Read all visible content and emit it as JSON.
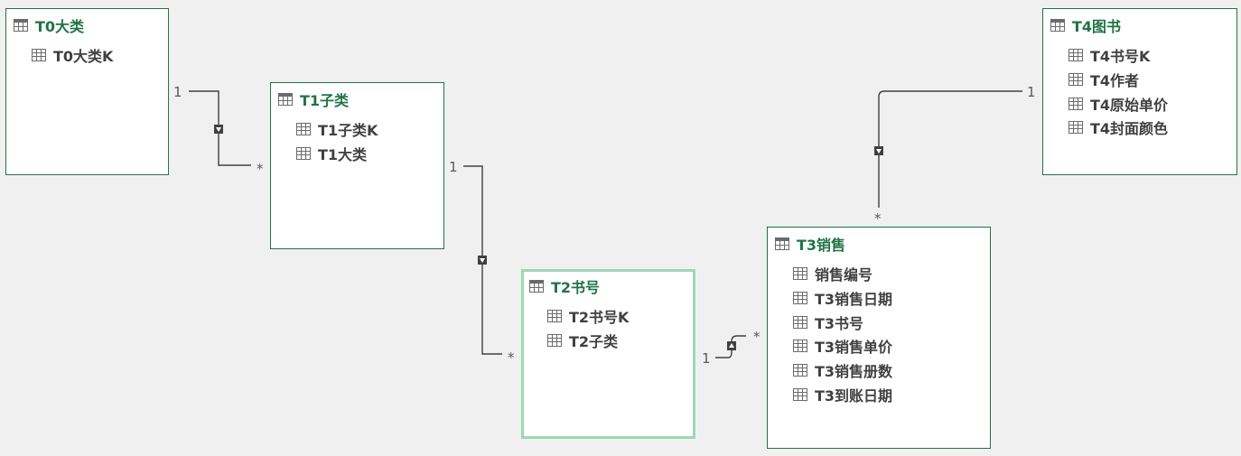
{
  "tables": {
    "t0": {
      "title": "T0大类",
      "fields": [
        "T0大类K"
      ]
    },
    "t1": {
      "title": "T1子类",
      "fields": [
        "T1子类K",
        "T1大类"
      ]
    },
    "t2": {
      "title": "T2书号",
      "fields": [
        "T2书号K",
        "T2子类"
      ]
    },
    "t3": {
      "title": "T3销售",
      "fields": [
        "销售编号",
        "T3销售日期",
        "T3书号",
        "T3销售单价",
        "T3销售册数",
        "T3到账日期"
      ]
    },
    "t4": {
      "title": "T4图书",
      "fields": [
        "T4书号K",
        "T4作者",
        "T4原始单价",
        "T4封面颜色"
      ]
    }
  },
  "relationships": [
    {
      "from": "T0大类",
      "to": "T1子类",
      "one_label": "1",
      "many_label": "*"
    },
    {
      "from": "T1子类",
      "to": "T2书号",
      "one_label": "1",
      "many_label": "*"
    },
    {
      "from": "T2书号",
      "to": "T3销售",
      "one_label": "1",
      "many_label": "*"
    },
    {
      "from": "T4图书",
      "to": "T3销售",
      "one_label": "1",
      "many_label": "*"
    }
  ],
  "icons": {
    "table": "table-grid-icon",
    "field": "field-grid-icon",
    "filter_direction": "filter-arrow-icon"
  },
  "colors": {
    "background": "#f0f0f0",
    "card_border": "#217346",
    "title_text": "#217346",
    "field_text": "#404040",
    "selected_border": "#9fd6b8",
    "line": "#404040"
  }
}
